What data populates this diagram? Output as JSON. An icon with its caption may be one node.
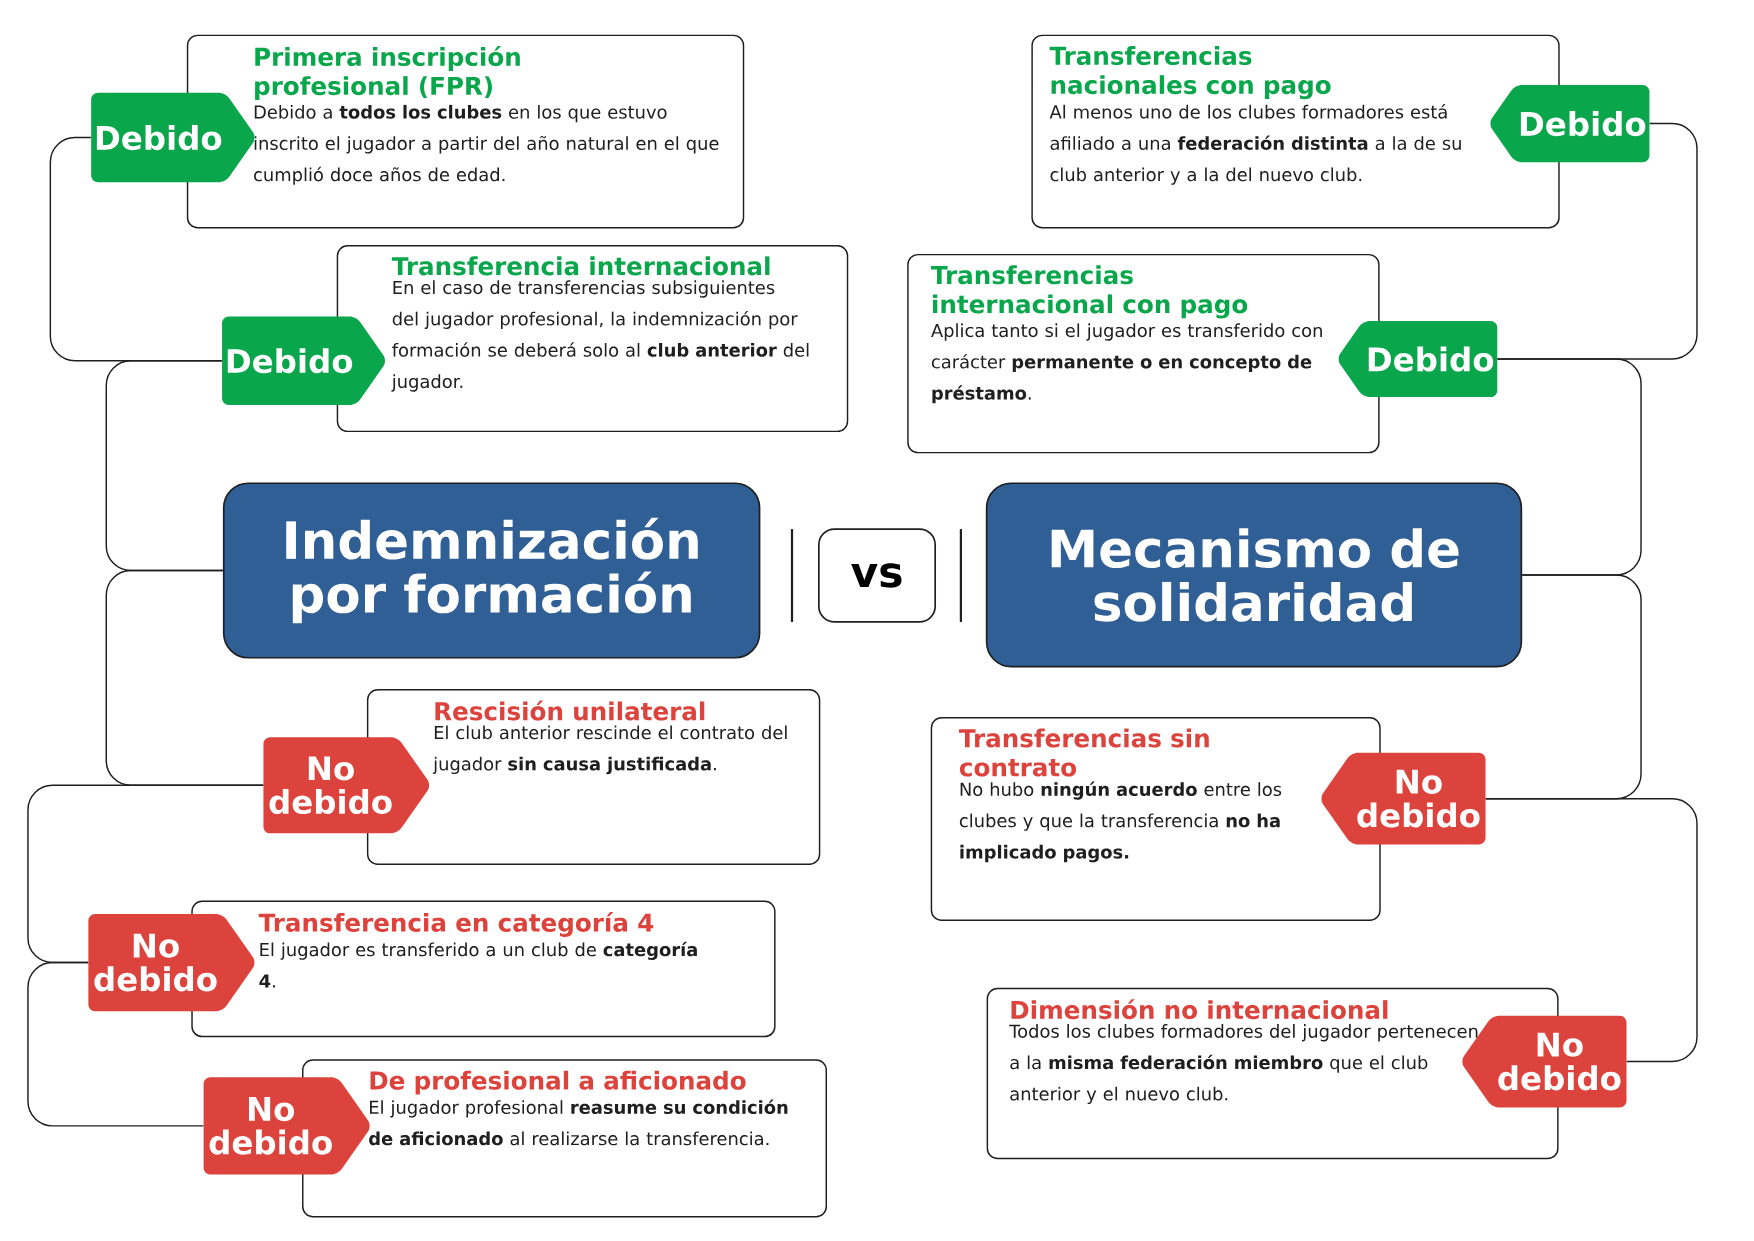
{
  "diagram": {
    "nodes": [
      {
        "text": [
          "Primera inscripción profesional (FPR)",
          "Debido a **todos los clubes** en los que estuvo inscrito el jugador a partir del año natural en el que cumplió doce años de edad."
        ]
      },
      {
        "text": [
          "Debido"
        ]
      },
      {
        "text": [
          "Transferencias nacionales con pago",
          "Al menos uno de los clubes formadores está afiliado a una **federación distinta** a la de su club anterior y a la del nuevo club."
        ]
      },
      {
        "text": [
          "Debido"
        ]
      },
      {
        "text": [
          "Transferencia internacional",
          "En el caso de transferencias subsiguientes del jugador profesional, la indemnización por formación se deberá solo al **club anterior** del jugador."
        ]
      },
      {
        "text": [
          "Debido"
        ]
      },
      {
        "text": [
          "Transferencias internacional con pago",
          "Aplica tanto si el jugador es transferido con carácter **permanente o en concepto de préstamo**."
        ]
      },
      {
        "text": [
          "Debido"
        ]
      },
      {
        "text": [
          "Indemnización por formación"
        ]
      },
      {
        "text": [
          "vs"
        ]
      },
      {
        "text": [
          "Mecanismo de solidaridad"
        ]
      },
      {
        "text": [
          "Rescisión unilateral",
          "El club anterior rescinde el contrato del jugador **sin causa justificada**."
        ]
      },
      {
        "text": [
          "No debido"
        ]
      },
      {
        "text": [
          "Transferencias sin contrato",
          "No hubo **ningún acuerdo** entre los clubes y que la transferencia **no ha implicado pagos.**"
        ]
      },
      {
        "text": [
          "No debido"
        ]
      },
      {
        "text": [
          "Transferencia en categoría 4",
          "El jugador es transferido a un club de **categoría 4**."
        ]
      },
      {
        "text": [
          "No debido"
        ]
      },
      {
        "text": [
          "Dimensión no internacional",
          "Todos los clubes formadores del jugador pertenecen a la **misma federación miembro** que el club anterior y el nuevo club."
        ]
      },
      {
        "text": [
          "No debido"
        ]
      },
      {
        "text": [
          "De profesional a aficionado",
          "El jugador profesional **reasume su condición de aficionado** al realizarse la transferencia."
        ]
      },
      {
        "text": [
          "No debido"
        ]
      }
    ],
    "edges": [
      {
        "from": 1,
        "to": 5,
        "arrow": "none"
      },
      {
        "from": 5,
        "to": 8,
        "arrow": "none"
      },
      {
        "from": 8,
        "to": 12,
        "arrow": "none"
      },
      {
        "from": 12,
        "to": 16,
        "arrow": "none"
      },
      {
        "from": 16,
        "to": 20,
        "arrow": "none"
      },
      {
        "from": 3,
        "to": 7,
        "arrow": "none"
      },
      {
        "from": 7,
        "to": 10,
        "arrow": "none"
      },
      {
        "from": 10,
        "to": 14,
        "arrow": "none"
      },
      {
        "from": 14,
        "to": 18,
        "arrow": "none"
      }
    ]
  }
}
